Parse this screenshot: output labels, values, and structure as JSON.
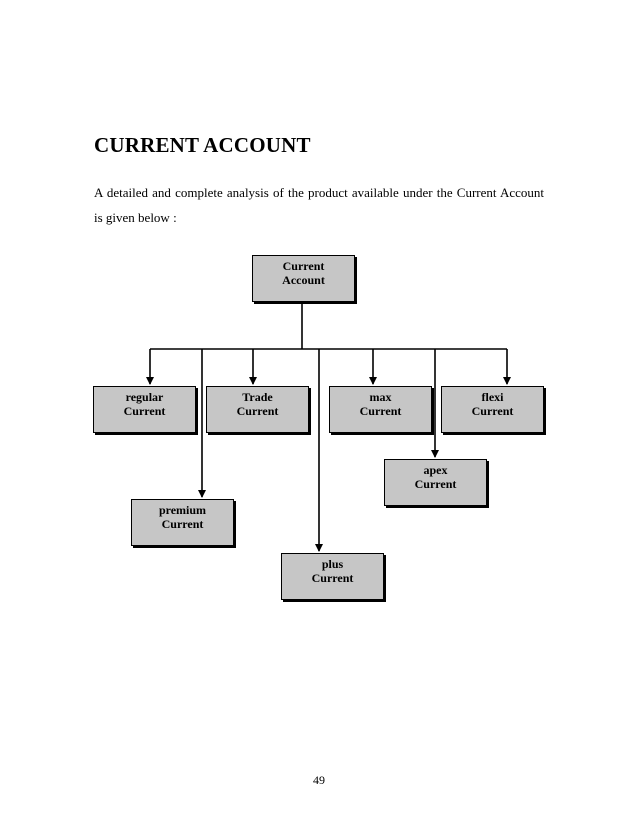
{
  "page": {
    "heading": "CURRENT ACCOUNT",
    "intro": "A detailed and complete analysis of the product available under the Current Account  is given below :",
    "page_number": "49"
  },
  "diagram": {
    "root": {
      "line1": "Current",
      "line2": "Account"
    },
    "children": [
      {
        "id": "regular",
        "line1": "regular",
        "line2": "Current"
      },
      {
        "id": "premium",
        "line1": "premium",
        "line2": "Current"
      },
      {
        "id": "trade",
        "line1": "Trade",
        "line2": "Current"
      },
      {
        "id": "plus",
        "line1": "plus",
        "line2": "Current"
      },
      {
        "id": "max",
        "line1": "max",
        "line2": "Current"
      },
      {
        "id": "apex",
        "line1": "apex",
        "line2": "Current"
      },
      {
        "id": "flexi",
        "line1": "flexi",
        "line2": "Current"
      }
    ]
  }
}
